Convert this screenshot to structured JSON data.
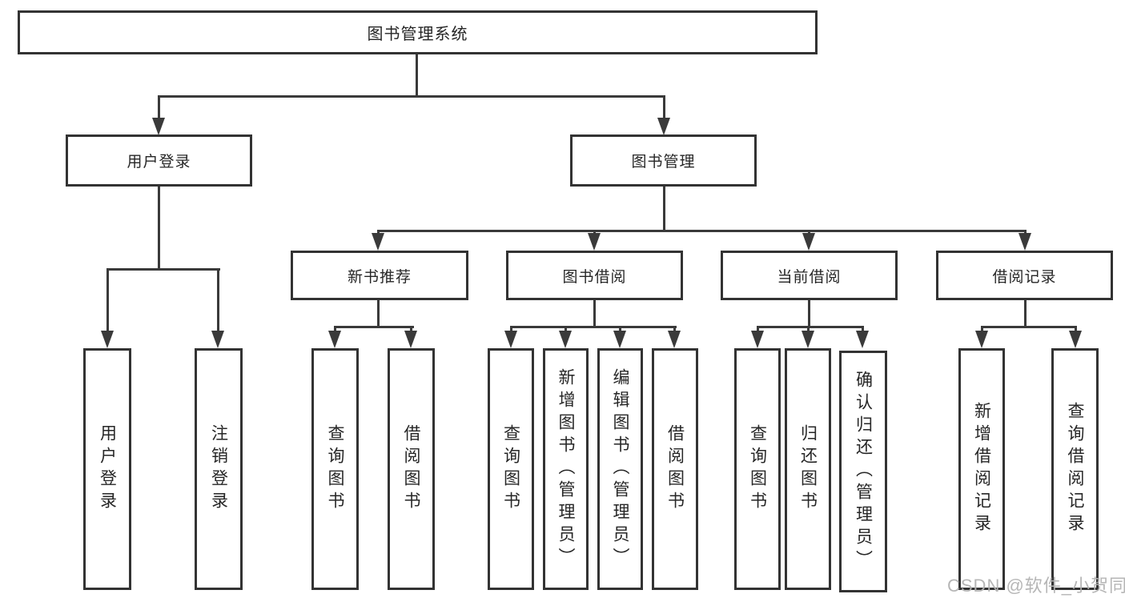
{
  "watermark": "CSDN @软件_小贺同学",
  "colors": {
    "background": "#ffffff",
    "box_border": "#333333",
    "line": "#3a3a3a",
    "text": "#262626",
    "watermark": "#b2b2b2"
  },
  "tree": {
    "label": "图书管理系统",
    "children": [
      {
        "label": "用户登录",
        "children": [
          {
            "label": "用户登录"
          },
          {
            "label": "注销登录"
          }
        ]
      },
      {
        "label": "图书管理",
        "children": [
          {
            "label": "新书推荐",
            "children": [
              {
                "label": "查询图书"
              },
              {
                "label": "借阅图书"
              }
            ]
          },
          {
            "label": "图书借阅",
            "children": [
              {
                "label": "查询图书"
              },
              {
                "label": "新增图书（管理员）"
              },
              {
                "label": "编辑图书（管理员）"
              },
              {
                "label": "借阅图书"
              }
            ]
          },
          {
            "label": "当前借阅",
            "children": [
              {
                "label": "查询图书"
              },
              {
                "label": "归还图书"
              },
              {
                "label": "确认归还（管理员）"
              }
            ]
          },
          {
            "label": "借阅记录",
            "children": [
              {
                "label": "新增借阅记录"
              },
              {
                "label": "查询借阅记录"
              }
            ]
          }
        ]
      }
    ]
  }
}
